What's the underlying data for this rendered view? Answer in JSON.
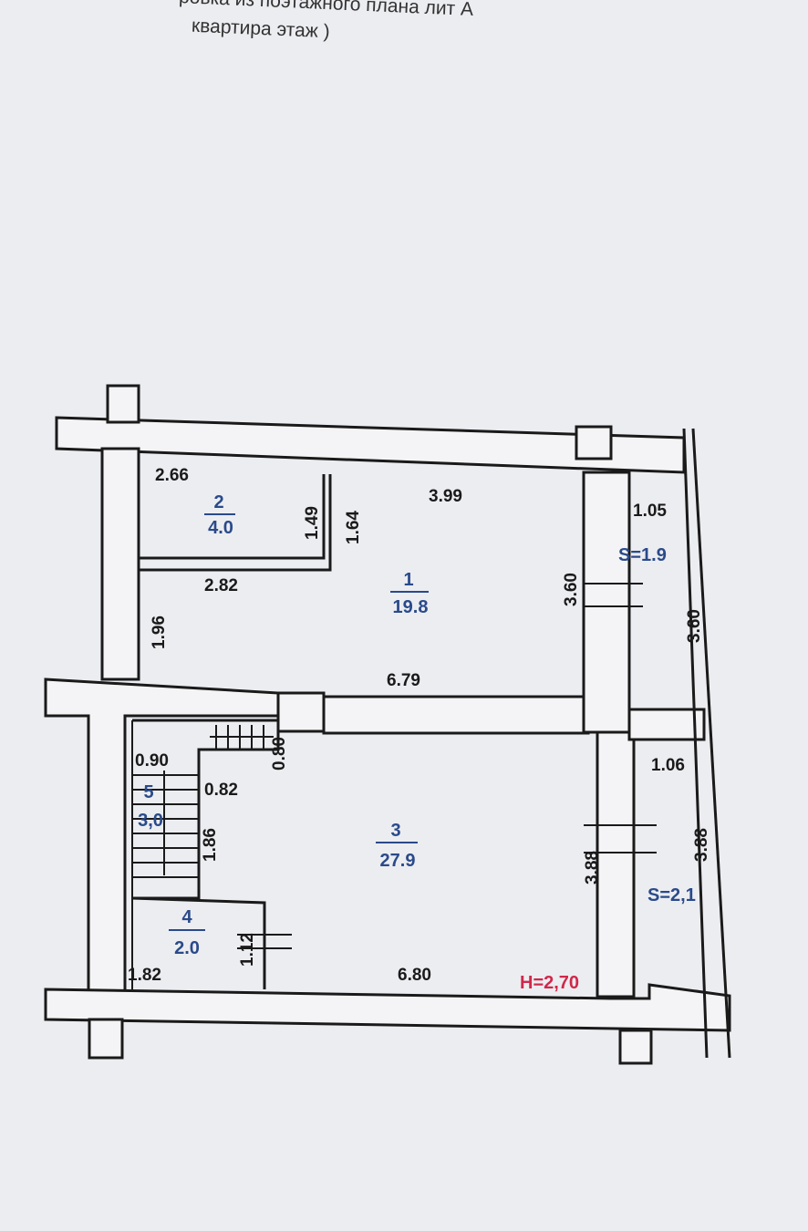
{
  "header": {
    "line1": "ровка из поэтажного плана лит А",
    "line2": "квартира                этаж )"
  },
  "rooms": [
    {
      "number": "1",
      "area": "19.8"
    },
    {
      "number": "2",
      "area": "4.0"
    },
    {
      "number": "3",
      "area": "27.9"
    },
    {
      "number": "4",
      "area": "2.0"
    },
    {
      "number": "5",
      "area": "3,0"
    }
  ],
  "balconies": [
    {
      "area": "S=1.9"
    },
    {
      "area": "S=2,1"
    }
  ],
  "height": "H=2,70",
  "dimensions": {
    "d266": "2.66",
    "d399": "3.99",
    "d105": "1.05",
    "d149": "1.49",
    "d164": "1.64",
    "d282": "2.82",
    "d360a": "3.60",
    "d360b": "3.60",
    "d196": "1.96",
    "d679": "6.79",
    "d090": "0.90",
    "d080": "0.80",
    "d082": "0.82",
    "d106": "1.06",
    "d186": "1.86",
    "d388a": "3.88",
    "d388b": "3.88",
    "d112": "1.12",
    "d182": "1.82",
    "d680": "6.80"
  },
  "colors": {
    "room_label": "#2a4a8a",
    "height_label": "#d0284a",
    "ink": "#1a1a1a"
  }
}
